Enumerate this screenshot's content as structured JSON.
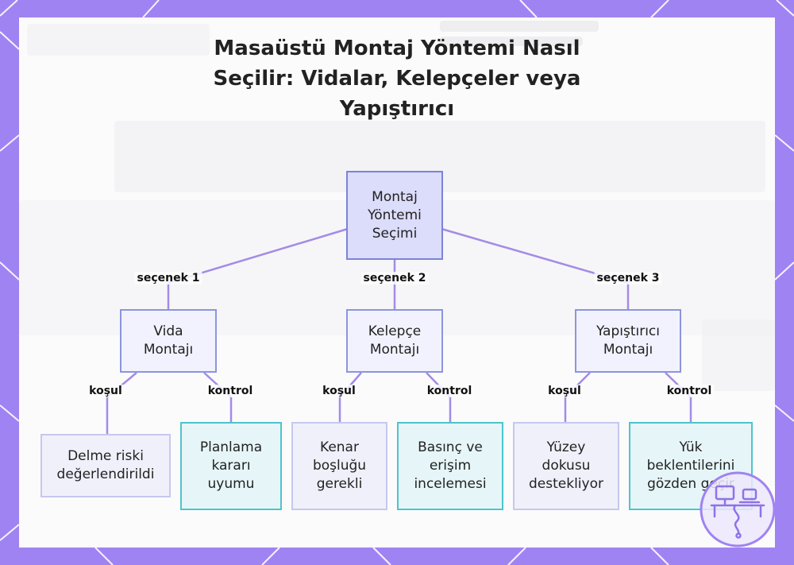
{
  "title": "Masaüstü Montaj Yöntemi Nasıl Seçilir: Vidalar, Kelepçeler veya Yapıştırıcı",
  "colors": {
    "frame": "#a083f2",
    "root_fill": "#dcdcfb",
    "mid_border": "#8c95dd",
    "ctrl_border": "#4cc5cc",
    "link": "#a48be6"
  },
  "nodes": {
    "root": "Montaj Yöntemi Seçimi",
    "screw": "Vida Montajı",
    "clamp": "Kelepçe Montajı",
    "adhesive": "Yapıştırıcı Montajı",
    "screw_cond": "Delme riski değerlendirildi",
    "screw_ctrl": "Planlama kararı uyumu",
    "clamp_cond": "Kenar boşluğu gerekli",
    "clamp_ctrl": "Basınç ve erişim incelemesi",
    "adhesive_cond": "Yüzey dokusu destekliyor",
    "adhesive_ctrl": "Yük beklentilerini gözden geçir"
  },
  "edges": {
    "option1": "seçenek 1",
    "option2": "seçenek 2",
    "option3": "seçenek 3",
    "condition": "koşul",
    "control": "kontrol"
  },
  "logo_icon": "desk-monitor-icon"
}
